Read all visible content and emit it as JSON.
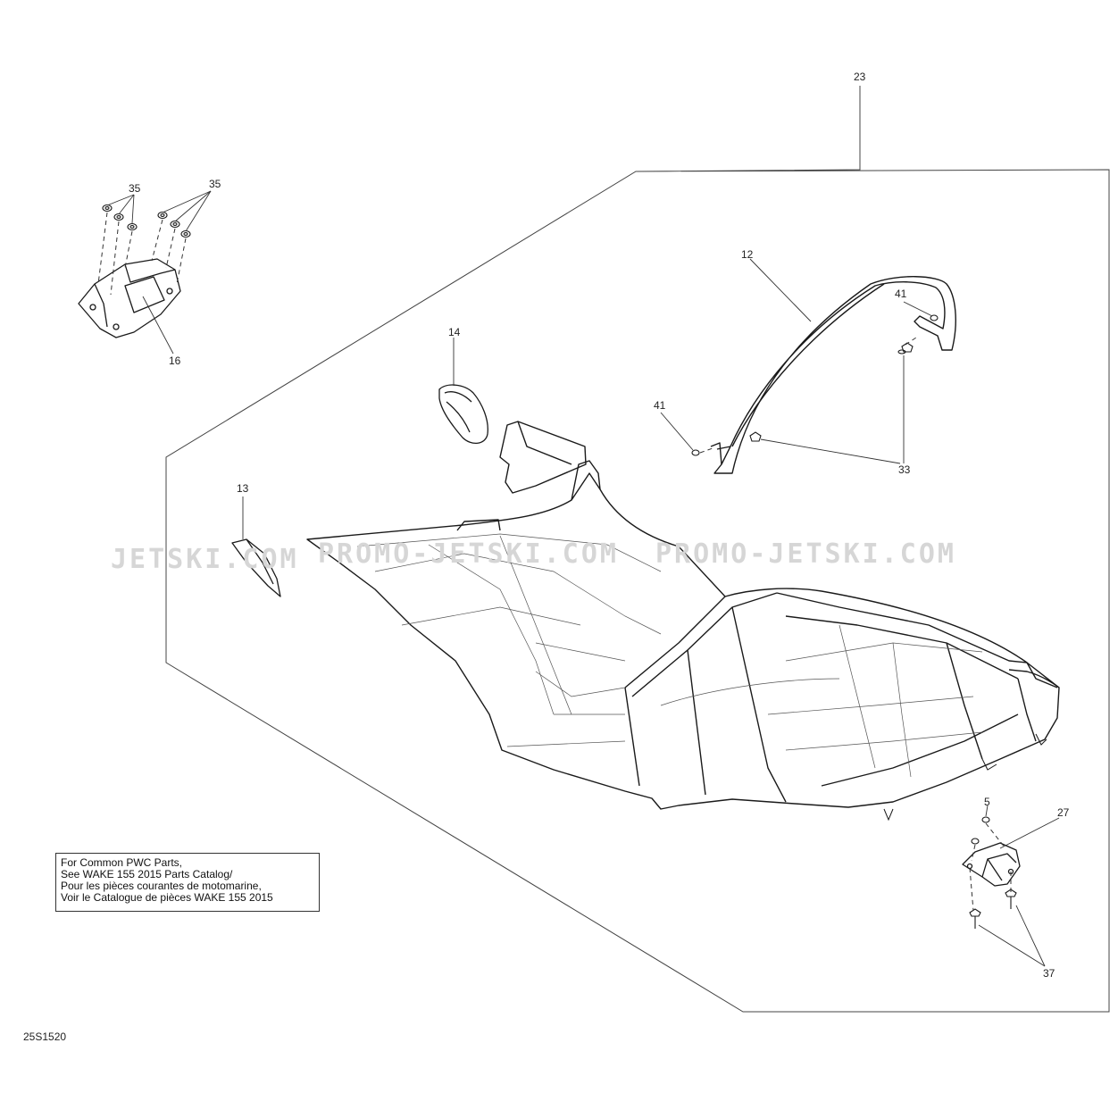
{
  "diagram_code": "25S1520",
  "watermark": [
    "JETSKI.COM",
    "PROMO-JETSKI.COM",
    "PROMO-JETSKI.COM"
  ],
  "callouts": {
    "c23": "23",
    "c35a": "35",
    "c35b": "35",
    "c16": "16",
    "c12": "12",
    "c41a": "41",
    "c41b": "41",
    "c14": "14",
    "c33": "33",
    "c13": "13",
    "c5": "5",
    "c27": "27",
    "c37": "37"
  },
  "note": {
    "line1": "For Common PWC Parts,",
    "line2": "See WAKE 155 2015 Parts Catalog/",
    "line3": "Pour les pièces courantes de motomarine,",
    "line4": "Voir le Catalogue de pièces WAKE 155 2015"
  }
}
